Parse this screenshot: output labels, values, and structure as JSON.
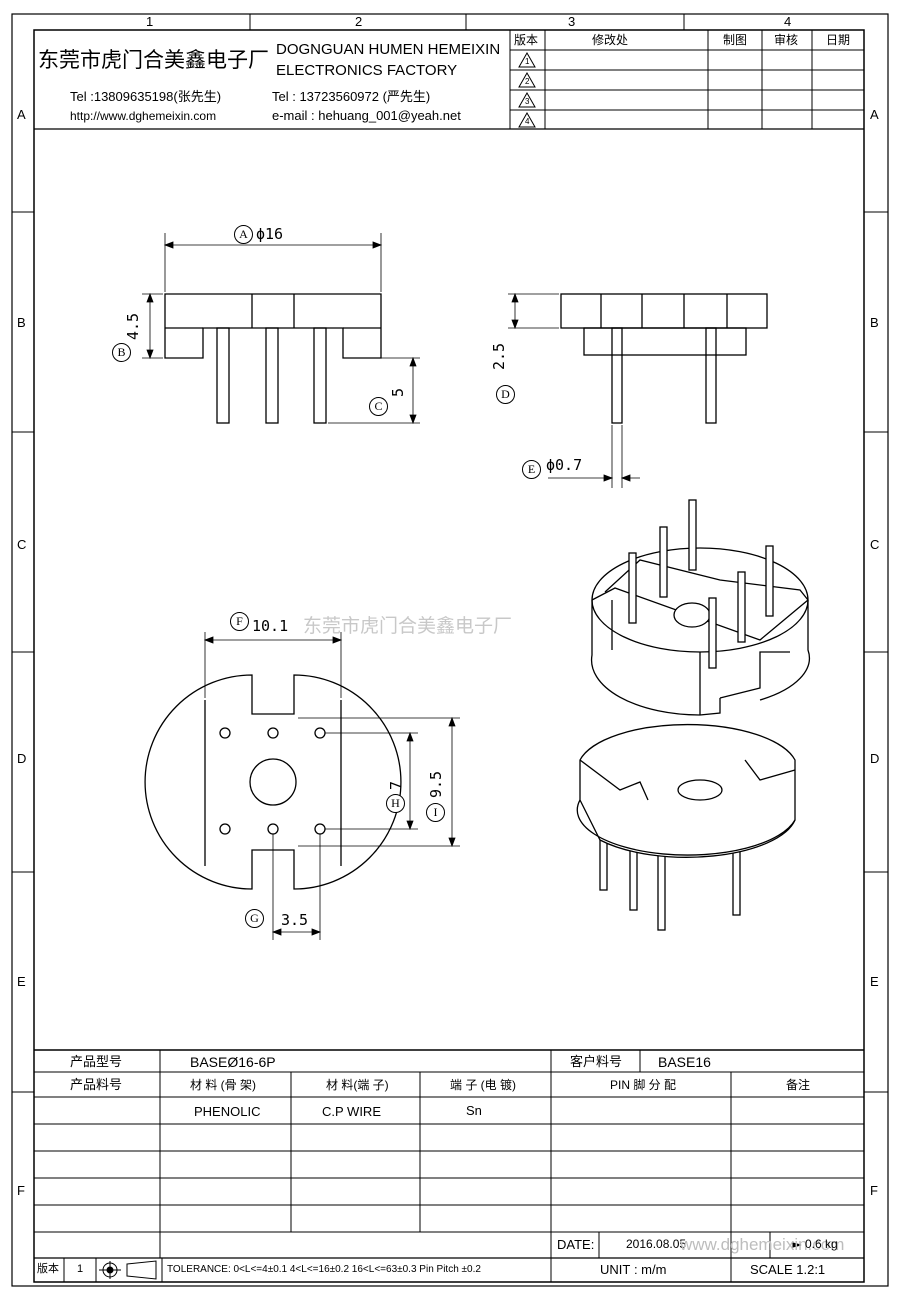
{
  "frame": {
    "col_labels": [
      "1",
      "2",
      "3",
      "4"
    ],
    "row_labels": [
      "A",
      "B",
      "C",
      "D",
      "E",
      "F"
    ]
  },
  "header": {
    "company_cn": "东莞市虎门合美鑫电子厂",
    "company_en_line1": "DOGNGUAN HUMEN HEMEIXIN",
    "company_en_line2": "ELECTRONICS FACTORY",
    "tel1": "Tel :13809635198(张先生)",
    "tel2": "Tel : 13723560972 (严先生)",
    "url": "http://www.dghemeixin.com",
    "email": "e-mail : hehuang_001@yeah.net"
  },
  "revision_table": {
    "col_version": "版本",
    "col_change": "修改处",
    "col_drawn": "制图",
    "col_check": "审核",
    "col_date": "日期",
    "rows": [
      "1",
      "2",
      "3",
      "4"
    ]
  },
  "dimensions": {
    "A": {
      "tag": "A",
      "text": "ϕ16"
    },
    "B": {
      "tag": "B",
      "text": "4.5"
    },
    "C": {
      "tag": "C",
      "text": "5"
    },
    "D": {
      "tag": "D",
      "text": "2.5"
    },
    "E": {
      "tag": "E",
      "text": "ϕ0.7"
    },
    "F": {
      "tag": "F",
      "text": "10.1"
    },
    "G": {
      "tag": "G",
      "text": "3.5"
    },
    "H": {
      "tag": "H",
      "text": "7"
    },
    "I": {
      "tag": "I",
      "text": "9.5"
    }
  },
  "watermark": "东莞市虎门合美鑫电子厂",
  "title_block": {
    "product_model_label": "产品型号",
    "product_model_value": "BASEØ16-6P",
    "customer_part_label": "客户料号",
    "customer_part_value": "BASE16",
    "product_part_label": "产品料号",
    "material_bobbin_label": "材 料 (骨 架)",
    "material_pin_label": "材 料(端 子)",
    "plating_label": "端 子 (电 镀)",
    "pin_assign_label": "PIN 脚 分 配",
    "remark_label": "备注",
    "material_bobbin": "PHENOLIC",
    "material_pin": "C.P WIRE",
    "plating": "Sn",
    "date_label": "DATE:",
    "date_value": "2016.08.05",
    "watermark_url": "www.dghemeixin.com",
    "weight_value": "0.6 kg",
    "version_label": "版本",
    "version_value": "1",
    "tolerance": "TOLERANCE: 0<L<=4±0.1 4<L<=16±0.2 16<L<=63±0.3 Pin Pitch ±0.2",
    "unit": "UNIT : m/m",
    "scale": "SCALE 1.2:1"
  }
}
